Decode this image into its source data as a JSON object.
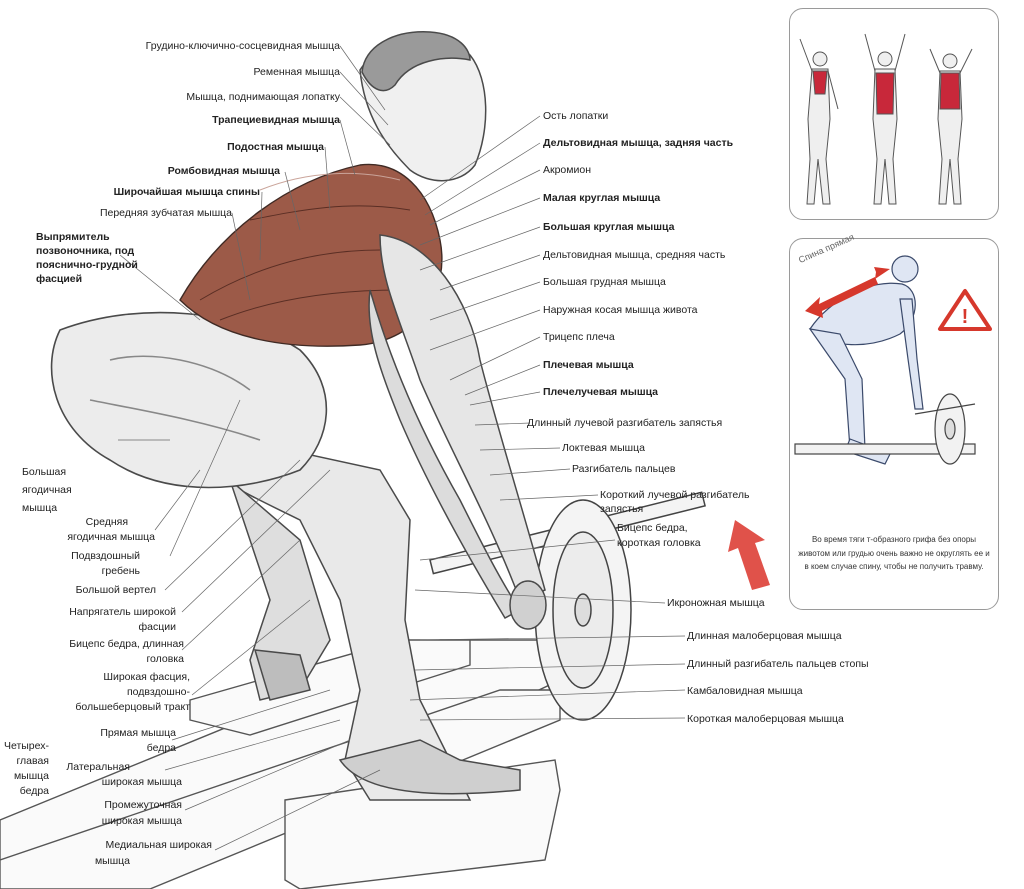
{
  "labels_left": [
    {
      "id": "l1",
      "text": "Грудино-ключично-сосцевидная мышца",
      "bold": false
    },
    {
      "id": "l2",
      "text": "Ременная мышца",
      "bold": false
    },
    {
      "id": "l3",
      "text": "Мышца, поднимающая лопатку",
      "bold": false
    },
    {
      "id": "l4",
      "text": "Трапециевидная мышца",
      "bold": true
    },
    {
      "id": "l5",
      "text": "Подостная мышца",
      "bold": true
    },
    {
      "id": "l6",
      "text": "Ромбовидная мышца",
      "bold": true
    },
    {
      "id": "l7",
      "text": "Широчайшая мышца спины",
      "bold": true
    },
    {
      "id": "l8",
      "text": "Передняя зубчатая мышца",
      "bold": false
    },
    {
      "id": "l9a",
      "text": "Выпрямитель",
      "bold": true
    },
    {
      "id": "l9b",
      "text": "позвоночника, под",
      "bold": true
    },
    {
      "id": "l9c",
      "text": "пояснично-грудной",
      "bold": true
    },
    {
      "id": "l9d",
      "text": "фасцией",
      "bold": true
    }
  ],
  "labels_right": [
    {
      "id": "r1",
      "text": "Ость лопатки",
      "bold": false
    },
    {
      "id": "r2",
      "text": "Дельтовидная мышца, задняя часть",
      "bold": true
    },
    {
      "id": "r3",
      "text": "Акромион",
      "bold": false
    },
    {
      "id": "r4",
      "text": "Малая круглая мышца",
      "bold": true
    },
    {
      "id": "r5",
      "text": "Большая круглая мышца",
      "bold": true
    },
    {
      "id": "r6",
      "text": "Дельтовидная мышца, средняя часть",
      "bold": false
    },
    {
      "id": "r7",
      "text": "Большая грудная мышца",
      "bold": false
    },
    {
      "id": "r8",
      "text": "Наружная косая мышца живота",
      "bold": false
    },
    {
      "id": "r9",
      "text": "Трицепс плеча",
      "bold": false
    },
    {
      "id": "r10",
      "text": "Плечевая мышца",
      "bold": true
    },
    {
      "id": "r11",
      "text": "Плечелучевая мышца",
      "bold": true
    },
    {
      "id": "r12",
      "text": "Длинный лучевой разгибатель запястья",
      "bold": false
    },
    {
      "id": "r13",
      "text": "Локтевая мышца",
      "bold": false
    },
    {
      "id": "r14",
      "text": "Разгибатель пальцев",
      "bold": false
    },
    {
      "id": "r15a",
      "text": "Короткий лучевой разгибатель",
      "bold": false
    },
    {
      "id": "r15b",
      "text": "запястья",
      "bold": false
    },
    {
      "id": "r16a",
      "text": "Бицепс бедра,",
      "bold": false
    },
    {
      "id": "r16b",
      "text": "короткая головка",
      "bold": false
    },
    {
      "id": "r17",
      "text": "Икроножная мышца",
      "bold": false
    },
    {
      "id": "r18",
      "text": "Длинная малоберцовая мышца",
      "bold": false
    },
    {
      "id": "r19",
      "text": "Длинный разгибатель пальцев стопы",
      "bold": false
    },
    {
      "id": "r20",
      "text": "Камбаловидная мышца",
      "bold": false
    },
    {
      "id": "r21",
      "text": "Короткая малоберцовая мышца",
      "bold": false
    }
  ],
  "labels_lower_left": [
    {
      "id": "q1",
      "text": "Большая"
    },
    {
      "id": "q2",
      "text": "ягодичная"
    },
    {
      "id": "q3",
      "text": "мышца"
    },
    {
      "id": "q4",
      "text": "Средняя"
    },
    {
      "id": "q5",
      "text": "ягодичная мышца"
    },
    {
      "id": "q6",
      "text": "Подвздошный"
    },
    {
      "id": "q7",
      "text": "гребень"
    },
    {
      "id": "q8",
      "text": "Большой вертел"
    },
    {
      "id": "q9",
      "text": "Напрягатель широкой"
    },
    {
      "id": "q10",
      "text": "фасции"
    },
    {
      "id": "q11",
      "text": "Бицепс бедра, длинная"
    },
    {
      "id": "q12",
      "text": "головка"
    },
    {
      "id": "q13",
      "text": "Широкая фасция,"
    },
    {
      "id": "q14",
      "text": "подвздошно-"
    },
    {
      "id": "q15",
      "text": "большеберцовый тракт"
    },
    {
      "id": "q16",
      "text": "Четырех-"
    },
    {
      "id": "q17",
      "text": "главая"
    },
    {
      "id": "q18",
      "text": "мышца"
    },
    {
      "id": "q19",
      "text": "бедра"
    },
    {
      "id": "q20",
      "text": "Прямая мышца"
    },
    {
      "id": "q21",
      "text": "бедра"
    },
    {
      "id": "q22",
      "text": "Латеральная"
    },
    {
      "id": "q23",
      "text": "широкая мышца"
    },
    {
      "id": "q24",
      "text": "Промежуточная"
    },
    {
      "id": "q25",
      "text": "широкая мышца"
    },
    {
      "id": "q26",
      "text": "Медиальная широкая"
    },
    {
      "id": "q27",
      "text": "мышца"
    }
  ],
  "side_panel": {
    "stiff_back_label": "Спина прямая",
    "caption": "Во время тяги т-образного грифа без опоры животом или грудью очень важно не округлять ее и в коем случае спину, чтобы не получить травму."
  },
  "colors": {
    "back_muscles": "#8b4a3c",
    "highlight_muscles": "#c8283a",
    "arrow": "#e0524a",
    "warning": "#d6382c",
    "outline": "#4a4a4a"
  }
}
